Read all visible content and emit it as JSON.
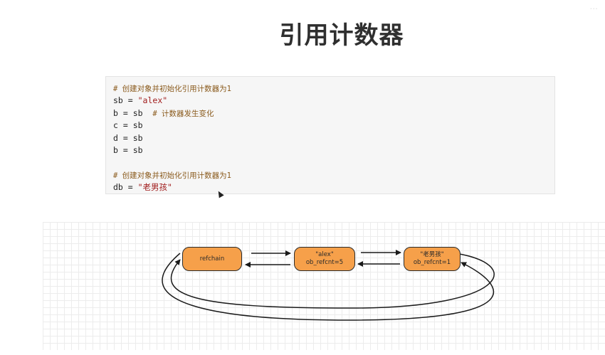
{
  "watermark": "...",
  "title": "引用计数器",
  "code": {
    "lines": [
      {
        "code": "",
        "comment": "# 创建对象并初始化引用计数器为1"
      },
      {
        "code": "sb = ",
        "str": "\"alex\"",
        "comment": ""
      },
      {
        "code": "b = sb  ",
        "comment": "# 计数器发生变化"
      },
      {
        "code": "c = sb",
        "comment": ""
      },
      {
        "code": "d = sb",
        "comment": ""
      },
      {
        "code": "b = sb",
        "comment": ""
      },
      {
        "code": "",
        "comment": ""
      },
      {
        "code": "",
        "comment": "# 创建对象并初始化引用计数器为1"
      },
      {
        "code": "db = ",
        "str": "\"老男孩\"",
        "comment": ""
      }
    ]
  },
  "diagram": {
    "node_color": "#f6a04a",
    "nodes": [
      {
        "id": "refchain",
        "label": "refchain",
        "sub": ""
      },
      {
        "id": "alex",
        "label": "\"alex\"",
        "sub": "ob_refcnt=5"
      },
      {
        "id": "laonanhai",
        "label": "\"老男孩\"",
        "sub": "ob_refcnt=1"
      }
    ]
  }
}
